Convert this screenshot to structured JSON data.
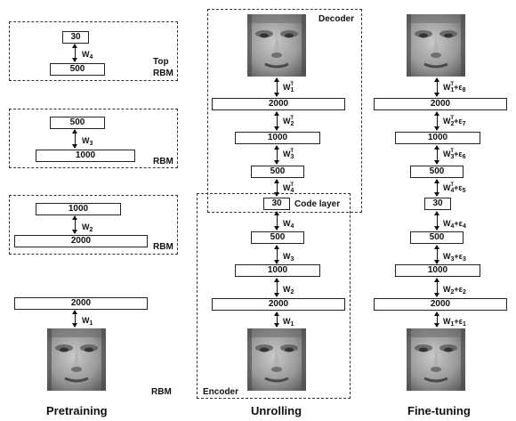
{
  "columns": {
    "pretraining": "Pretraining",
    "unrolling": "Unrolling",
    "finetuning": "Fine-tuning"
  },
  "pretraining": {
    "rbm1": {
      "top_label": "Top",
      "rbm_label": "RBM",
      "upper": "30",
      "lower": "500",
      "weight": "W",
      "weight_sub": "4"
    },
    "rbm2": {
      "rbm_label": "RBM",
      "upper": "500",
      "lower": "1000",
      "weight": "W",
      "weight_sub": "3"
    },
    "rbm3": {
      "rbm_label": "RBM",
      "upper": "1000",
      "lower": "2000",
      "weight": "W",
      "weight_sub": "2"
    },
    "rbm4": {
      "rbm_label": "RBM",
      "upper": "2000",
      "weight": "W",
      "weight_sub": "1"
    }
  },
  "unrolling": {
    "decoder_label": "Decoder",
    "encoder_label": "Encoder",
    "code_layer_label": "Code layer",
    "layers": [
      "2000",
      "1000",
      "500",
      "30",
      "500",
      "1000",
      "2000"
    ],
    "decoder_weights": [
      {
        "w": "W",
        "sub": "1",
        "sup": "T"
      },
      {
        "w": "W",
        "sub": "2",
        "sup": "T"
      },
      {
        "w": "W",
        "sub": "3",
        "sup": "T"
      },
      {
        "w": "W",
        "sub": "4",
        "sup": "T"
      }
    ],
    "encoder_weights": [
      {
        "w": "W",
        "sub": "4"
      },
      {
        "w": "W",
        "sub": "3"
      },
      {
        "w": "W",
        "sub": "2"
      },
      {
        "w": "W",
        "sub": "1"
      }
    ]
  },
  "finetuning": {
    "layers": [
      "2000",
      "1000",
      "500",
      "30",
      "500",
      "1000",
      "2000"
    ],
    "decoder_weights": [
      {
        "w": "W",
        "sub": "1",
        "sup": "T",
        "eps": "+ε",
        "eps_sub": "8"
      },
      {
        "w": "W",
        "sub": "2",
        "sup": "T",
        "eps": "+ε",
        "eps_sub": "7"
      },
      {
        "w": "W",
        "sub": "3",
        "sup": "T",
        "eps": "+ε",
        "eps_sub": "6"
      },
      {
        "w": "W",
        "sub": "4",
        "sup": "T",
        "eps": "+ε",
        "eps_sub": "5"
      }
    ],
    "encoder_weights": [
      {
        "w": "W",
        "sub": "4",
        "eps": "+ε",
        "eps_sub": "4"
      },
      {
        "w": "W",
        "sub": "3",
        "eps": "+ε",
        "eps_sub": "3"
      },
      {
        "w": "W",
        "sub": "2",
        "eps": "+ε",
        "eps_sub": "2"
      },
      {
        "w": "W",
        "sub": "1",
        "eps": "+ε",
        "eps_sub": "1"
      }
    ]
  }
}
